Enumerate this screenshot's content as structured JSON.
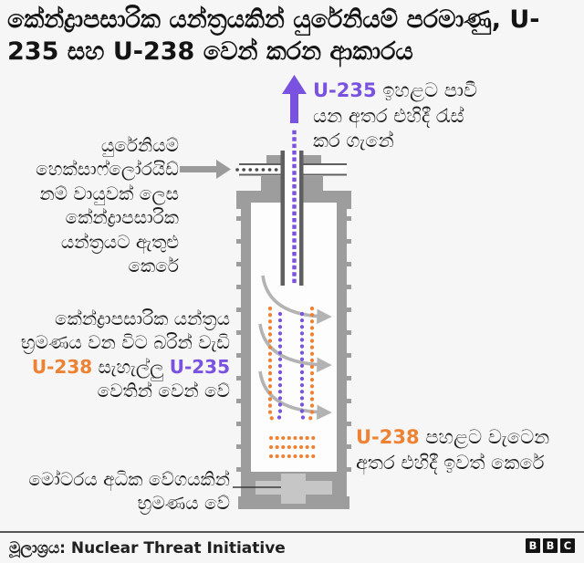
{
  "title": "කේන්ද්‍රාපසාරික යන්ත්‍රයකින් යුරේනියම් පරමාණු, U-235 සහ U-238 වෙන් කරන ආකාරය",
  "colors": {
    "bg": "#f6f6f6",
    "ink": "#1c1c1c",
    "purple": "#7a52e0",
    "orange": "#ef8133",
    "casing": "#9d9d9d",
    "casingLight": "#c6c6c6",
    "arrowGray": "#b3b3b3",
    "feedArrow": "#9b9b9b",
    "tubeLine": "#5f5f5f",
    "gasDots": "#4a4a4a",
    "interior": "#fdfdfd"
  },
  "annotations": {
    "u235Top": {
      "label": "U-235",
      "text": " ඉහළට පාවී යන අතර එහිදී රැස් කර ගැනේ"
    },
    "gasFeed": {
      "text": "යුරේනියම් හෙක්සාෆ්ලෝරයිඩ් නම් වායුවක් ලෙස කේන්ද්‍රාපසාරික යන්ත්‍රයට ඇතුළු කෙරේ"
    },
    "spin": {
      "part1": "කේන්ද්‍රාපසාරික යන්ත්‍රය භ්‍රමණය වන විට බරින් වැඩි ",
      "u238Label": "U-238",
      "part2": " සැහැල්ලු ",
      "u235Label": "U-235",
      "part3": " වෙතින් වෙන් වේ"
    },
    "u238Bottom": {
      "label": "U-238",
      "text": " පහළට වැටෙන අතර එහිදී ඉවත් කෙරේ"
    },
    "motor": {
      "text": "මෝටරය අධික වේගයකින් භ්‍රමණය වේ"
    }
  },
  "diagram_icons": {
    "up_arrow": "u235-up-arrow",
    "feed_arrow": "gas-inlet-arrow",
    "rotation_arrows": "rotation-curved-arrows"
  },
  "footer": {
    "source_label": "මූලාශ්‍රය:",
    "source_value": "Nuclear Threat Initiative",
    "logo": [
      "B",
      "B",
      "C"
    ]
  }
}
